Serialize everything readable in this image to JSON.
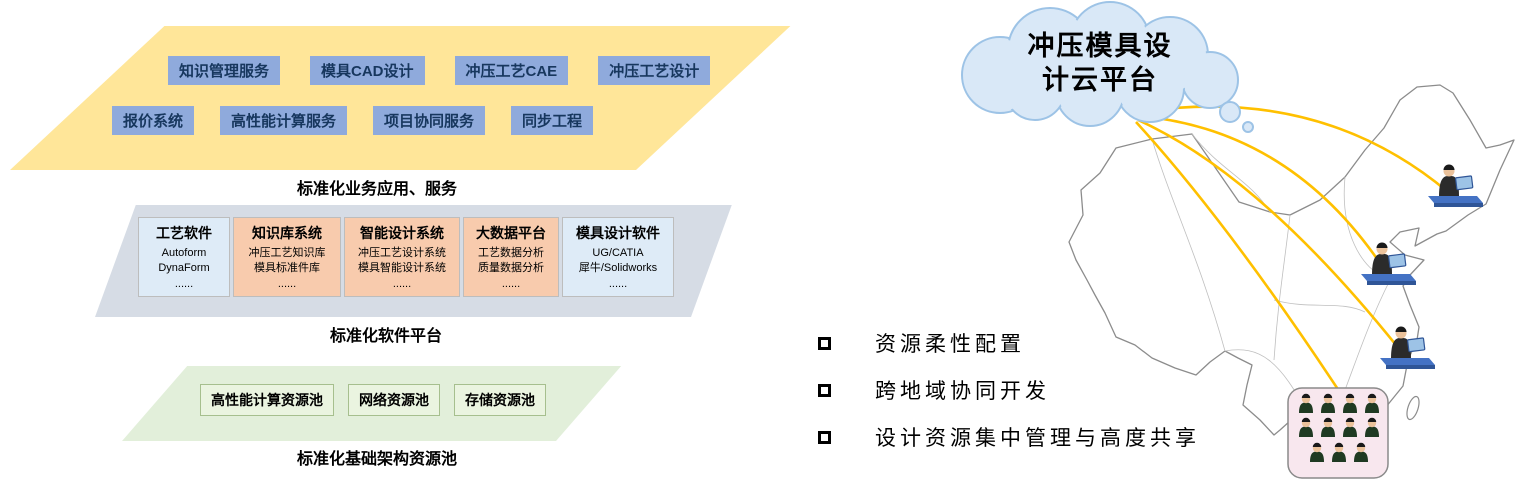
{
  "left_diagram": {
    "business_layer": {
      "label": "标准化业务应用、服务",
      "row1": [
        "知识管理服务",
        "模具CAD设计",
        "冲压工艺CAE",
        "冲压工艺设计"
      ],
      "row2": [
        "报价系统",
        "高性能计算服务",
        "项目协同服务",
        "同步工程"
      ]
    },
    "software_layer": {
      "label": "标准化软件平台",
      "cards": [
        {
          "title": "工艺软件",
          "variant": "blue",
          "lines": [
            "Autoform",
            "DynaForm",
            "......"
          ]
        },
        {
          "title": "知识库系统",
          "variant": "orange",
          "lines": [
            "冲压工艺知识库",
            "模具标准件库",
            "......"
          ]
        },
        {
          "title": "智能设计系统",
          "variant": "orange",
          "lines": [
            "冲压工艺设计系统",
            "模具智能设计系统",
            "......"
          ]
        },
        {
          "title": "大数据平台",
          "variant": "orange",
          "lines": [
            "工艺数据分析",
            "质量数据分析",
            "......"
          ]
        },
        {
          "title": "模具设计软件",
          "variant": "blue",
          "lines": [
            "UG/CATIA",
            "犀牛/Solidworks",
            "......"
          ]
        }
      ]
    },
    "infra_layer": {
      "label": "标准化基础架构资源池",
      "pools": [
        "高性能计算资源池",
        "网络资源池",
        "存储资源池"
      ]
    }
  },
  "right_panel": {
    "cloud": {
      "line1": "冲压模具设",
      "line2": "计云平台"
    },
    "bullets": [
      "资源柔性配置",
      "跨地域协同开发",
      "设计资源集中管理与高度共享"
    ],
    "icons": [
      "cloud-icon",
      "china-map",
      "workstation-icon",
      "people-group-icon",
      "connector-lines"
    ]
  },
  "colors": {
    "business_layer_bg": "#FFE699",
    "service_box_bg": "#8FAADC",
    "software_layer_bg": "#D6DCE5",
    "card_blue_bg": "#DEEBF7",
    "card_orange_bg": "#F8CBAD",
    "infra_layer_bg": "#E2EFDA",
    "pool_box_bg": "#EAF4E0",
    "connector_yellow": "#FFC000",
    "cloud_bg": "#D9E8F7"
  }
}
